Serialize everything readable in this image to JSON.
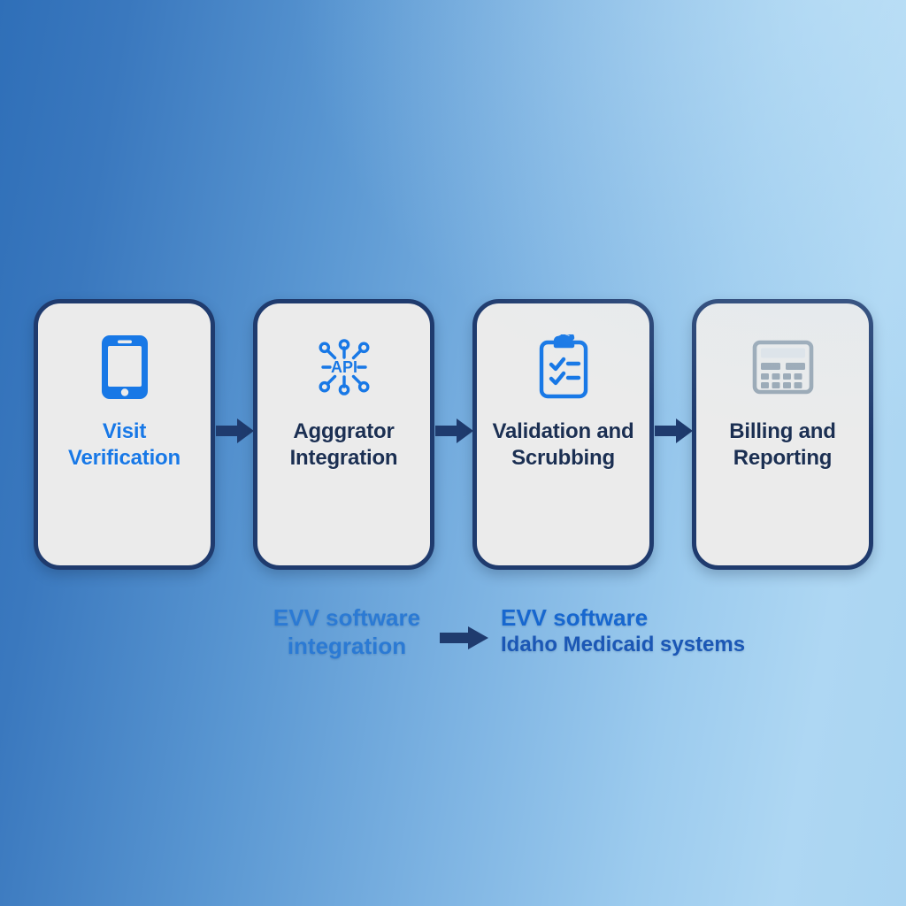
{
  "diagram": {
    "background": {
      "gradient_from": "#2f6fb8",
      "gradient_to": "#aed7f3"
    },
    "accent_blue": "#1878e6",
    "navy": "#1b2f52",
    "card_fill": "#ebebeb",
    "card_border": "#1f3b6e",
    "arrow_color": "#1f3b6e",
    "steps": [
      {
        "icon": "smartphone-icon",
        "icon_color": "#1878e6",
        "label_line1": "Visit",
        "label_line2": "Verification",
        "label_color": "#1878e6"
      },
      {
        "icon": "api-network-icon",
        "icon_color": "#1878e6",
        "icon_text": "API",
        "label_line1": "Agggrator",
        "label_line2": "Integration",
        "label_color": "#1b2f52"
      },
      {
        "icon": "clipboard-check-icon",
        "icon_color": "#1878e6",
        "label_line1": "Validation and",
        "label_line2": "Scrubbing",
        "label_color": "#1b2f52"
      },
      {
        "icon": "calculator-icon",
        "icon_color": "#9aa8b5",
        "label_line1": "Billing and",
        "label_line2": "Reporting",
        "label_color": "#1b2f52"
      }
    ],
    "flow_arrows": [
      {
        "icon": "arrow-right-icon"
      },
      {
        "icon": "arrow-right-icon"
      },
      {
        "icon": "arrow-right-icon"
      }
    ],
    "caption": {
      "left_line1": "EVV software",
      "left_line2": "integration",
      "left_color": "#2b7ad4",
      "arrow_icon": "arrow-right-icon",
      "right_line1": "EVV software",
      "right_line2": "Idaho Medicaid systems",
      "right_line1_color": "#1767cf",
      "right_line2_color": "#1b57b5"
    }
  }
}
